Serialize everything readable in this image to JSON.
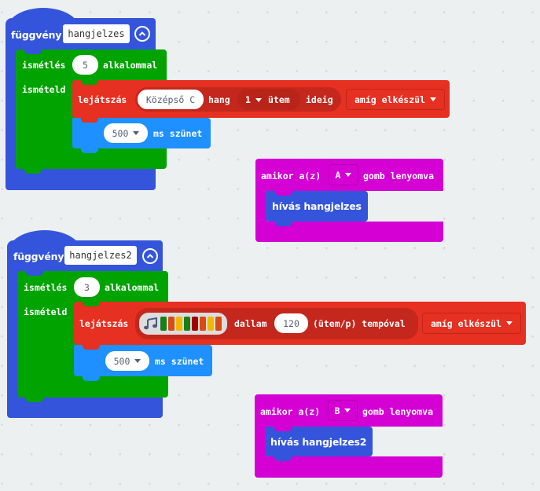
{
  "workspace": {
    "functions": [
      {
        "keyword": "függvény",
        "name": "hangjelzes",
        "collapse_icon": "chevron-up-circle-icon",
        "repeat": {
          "label_repeat": "ismétlés",
          "count": "5",
          "label_times": "alkalommal",
          "label_do": "ismételd"
        },
        "play": {
          "label_play": "lejátszás",
          "note": "Középső C",
          "label_note": "hang",
          "beats": "1",
          "label_beat": "ütem",
          "label_until": "ideig",
          "mode": "amíg elkészül"
        },
        "pause": {
          "value": "500",
          "label": "ms szünet"
        }
      },
      {
        "keyword": "függvény",
        "name": "hangjelzes2",
        "collapse_icon": "chevron-up-circle-icon",
        "repeat": {
          "label_repeat": "ismétlés",
          "count": "3",
          "label_times": "alkalommal",
          "label_do": "ismételd"
        },
        "play_melody": {
          "label_play": "lejátszás",
          "melody_icon": "music-note-icon",
          "melody_colors": [
            "#1a7f1a",
            "#d94a14",
            "#f2b800",
            "#1a7f1a",
            "#a00000",
            "#d94a14",
            "#f2b800",
            "#d94a14"
          ],
          "label_melody": "dallam",
          "tempo": "120",
          "label_tempo": "(ütem/p) tempóval",
          "mode": "amíg elkészül"
        },
        "pause": {
          "value": "500",
          "label": "ms szünet"
        }
      }
    ],
    "events": [
      {
        "label_when": "amikor a(z)",
        "button": "A",
        "label_pressed": "gomb lenyomva",
        "call": "hívás hangjelzes"
      },
      {
        "label_when": "amikor a(z)",
        "button": "B",
        "label_pressed": "gomb lenyomva",
        "call": "hívás hangjelzes2"
      }
    ],
    "colors": {
      "functions": "#3455db",
      "loops": "#00a300",
      "music": "#e63022",
      "basic": "#1e90ff",
      "input": "#d400d4",
      "background": "#ecf0f1"
    }
  }
}
